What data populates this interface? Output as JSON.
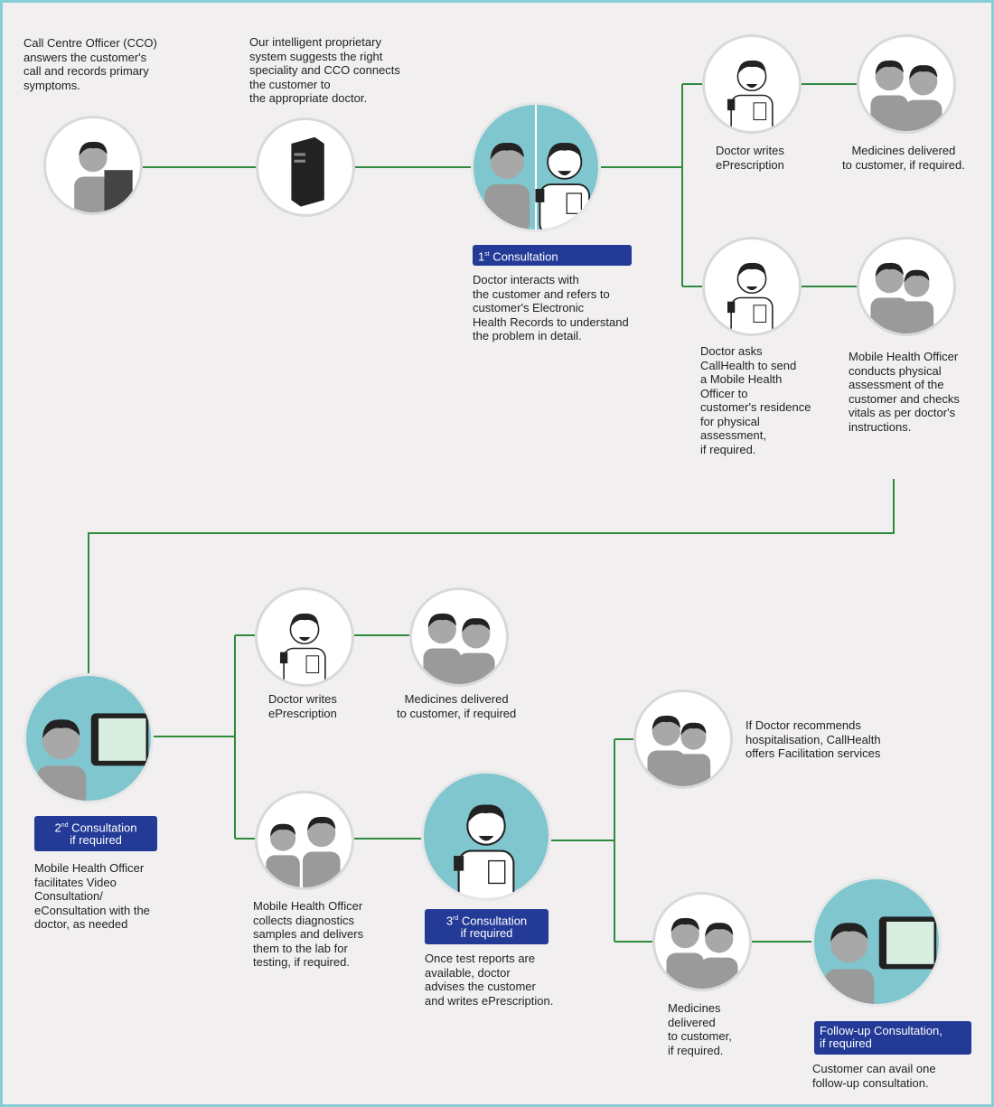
{
  "colors": {
    "line": "#2e8b3e",
    "badge": "#233a96",
    "teal": "#7fc6cf",
    "background": "#f1eff0"
  },
  "steps": {
    "cco": "Call Centre Officer (CCO)\nanswers the customer's\ncall and records primary\nsymptoms.",
    "system": "Our intelligent proprietary\nsystem suggests the right\nspeciality and CCO connects\nthe customer to\nthe appropriate doctor.",
    "first_badge_num": "1",
    "first_badge_sup": "st",
    "first_badge_label": " Consultation",
    "first_desc": "Doctor interacts with\nthe customer and refers to\ncustomer's Electronic\nHealth Records to understand\nthe problem in detail.",
    "doc_writes_1": "Doctor writes\nePrescription",
    "meds_1": "Medicines delivered\nto customer, if required.",
    "doc_asks": "Doctor asks\nCallHealth to send\na Mobile Health\nOfficer to\ncustomer's residence\nfor physical\nassessment,\nif required.",
    "mho_assess": "Mobile Health Officer\nconducts physical\nassessment of the\ncustomer and checks\nvitals as per doctor's\ninstructions.",
    "second_badge_num": "2",
    "second_badge_sup": "nd",
    "second_badge_label": " Consultation",
    "second_badge_sub": "if required",
    "second_desc": "Mobile Health Officer\nfacilitates Video\nConsultation/\neConsultation with the\ndoctor, as needed",
    "doc_writes_2": "Doctor writes\nePrescription",
    "meds_2": "Medicines delivered\nto customer, if required",
    "mho_collect": "Mobile Health Officer\ncollects diagnostics\nsamples and delivers\nthem to the lab for\ntesting, if required.",
    "third_badge_num": "3",
    "third_badge_sup": "rd",
    "third_badge_label": " Consultation",
    "third_badge_sub": "if required",
    "third_desc": "Once test reports are\navailable, doctor\nadvises the customer\nand writes ePrescription.",
    "hospital": "If Doctor recommends\nhospitalisation, CallHealth\noffers Facilitation services",
    "meds_3": "Medicines\ndelivered\nto customer,\nif required.",
    "followup_badge": "Follow-up Consultation,\nif required",
    "followup_desc": "Customer can avail one\nfollow-up consultation."
  }
}
